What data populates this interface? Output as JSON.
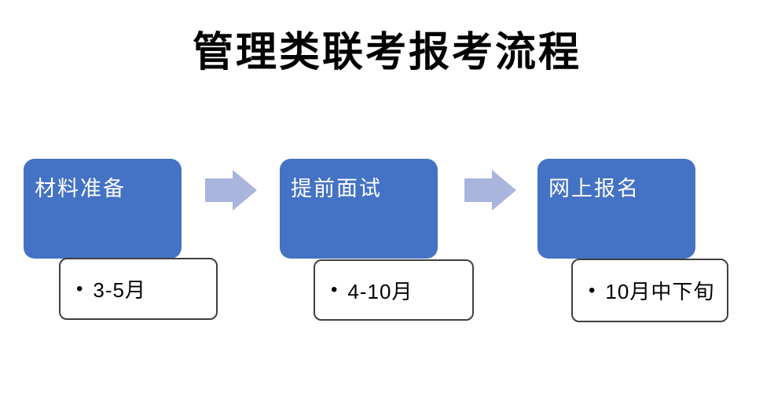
{
  "title": {
    "text": "管理类联考报考流程"
  },
  "flow": {
    "steps": [
      {
        "label": "材料准备",
        "bullet": "•",
        "detail": "3-5月"
      },
      {
        "label": "提前面试",
        "bullet": "•",
        "detail": "4-10月"
      },
      {
        "label": "网上报名",
        "bullet": "•",
        "detail": "10月中下旬"
      }
    ],
    "arrow_icon": "right-block-arrow"
  },
  "colors": {
    "step_box_fill": "#4472c4",
    "step_box_text": "#ffffff",
    "arrow_fill": "#a9b5dc",
    "detail_box_border": "#404040",
    "detail_text": "#000000",
    "title_text": "#000000",
    "background": "#ffffff"
  }
}
